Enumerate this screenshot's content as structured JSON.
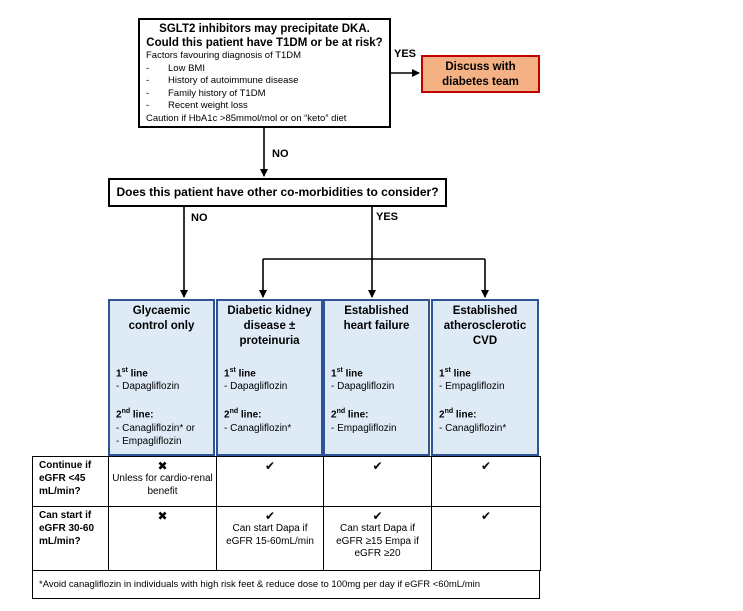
{
  "top_box": {
    "title_line1": "SGLT2 inhibitors may precipitate DKA.",
    "title_line2": "Could this patient have T1DM or be at risk?",
    "factors_heading": "Factors favouring diagnosis of T1DM",
    "factors": [
      "Low BMI",
      "History of autoimmune disease",
      "Family history of T1DM",
      "Recent weight loss"
    ],
    "caution": "Caution if HbA1c >85mmol/mol or on “keto” diet"
  },
  "yes_label_top": "YES",
  "discuss_box": {
    "line1": "Discuss with",
    "line2": "diabetes team"
  },
  "no_label_top": "NO",
  "question_box": "Does this patient have other co-morbidities to consider?",
  "no_label_mid": "NO",
  "yes_label_mid": "YES",
  "categories": [
    {
      "title": "Glycaemic control only",
      "first_line_label": "1st line",
      "first_line": [
        "- Dapagliflozin"
      ],
      "second_line_label": "2nd line:",
      "second_line": [
        "- Canagliflozin* or",
        "- Empagliflozin"
      ]
    },
    {
      "title": "Diabetic kidney disease ± proteinuria",
      "first_line_label": "1st line",
      "first_line": [
        "- Dapagliflozin"
      ],
      "second_line_label": "2nd line:",
      "second_line": [
        "- Canagliflozin*"
      ]
    },
    {
      "title": "Established heart failure",
      "first_line_label": "1st line",
      "first_line": [
        "- Dapagliflozin"
      ],
      "second_line_label": "2nd line:",
      "second_line": [
        "- Empagliflozin"
      ]
    },
    {
      "title": "Established atherosclerotic CVD",
      "first_line_label": "1st line",
      "first_line": [
        "- Empagliflozin"
      ],
      "second_line_label": "2nd line:",
      "second_line": [
        "- Canagliflozin*"
      ]
    }
  ],
  "table": {
    "row1": {
      "header": "Continue if eGFR <45 mL/min?",
      "cells": [
        {
          "mark": "✖",
          "note": "Unless for cardio-renal benefit"
        },
        {
          "mark": "✔",
          "note": ""
        },
        {
          "mark": "✔",
          "note": ""
        },
        {
          "mark": "✔",
          "note": ""
        }
      ]
    },
    "row2": {
      "header": "Can start if eGFR 30-60 mL/min?",
      "cells": [
        {
          "mark": "✖",
          "note": ""
        },
        {
          "mark": "✔",
          "note": "Can start Dapa if eGFR 15-60mL/min"
        },
        {
          "mark": "✔",
          "note": "Can start Dapa if eGFR ≥15 Empa if eGFR ≥20"
        },
        {
          "mark": "✔",
          "note": ""
        }
      ]
    }
  },
  "footnote": "*Avoid canagliflozin in individuals with high risk feet & reduce dose to 100mg per day if eGFR <60mL/min"
}
